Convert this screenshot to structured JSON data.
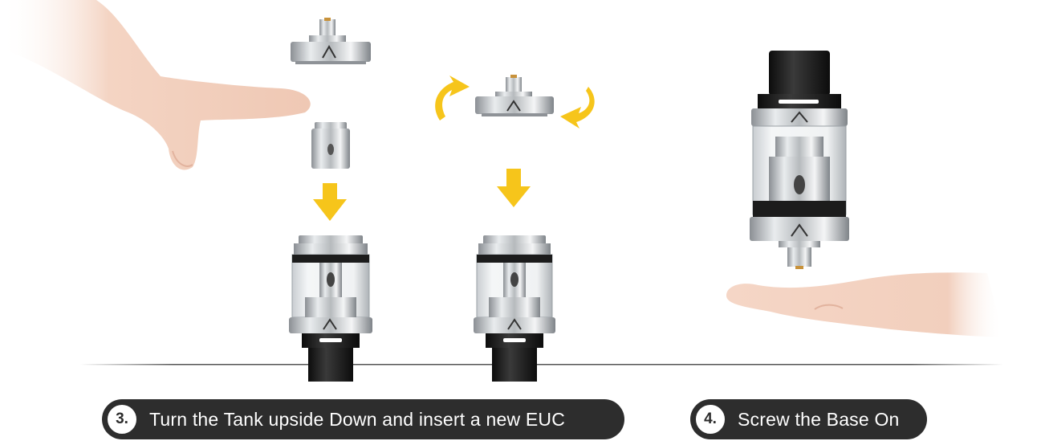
{
  "steps": [
    {
      "number": "3.",
      "text": "Turn the Tank upside Down and insert a new EUC"
    },
    {
      "number": "4.",
      "text": "Screw the Base On"
    }
  ],
  "colors": {
    "arrow": "#f6c51b",
    "pill_background": "#2d2d2d",
    "pill_text": "#ffffff",
    "metal": "#bfc3c7",
    "black_part": "#1a1a1a",
    "skin": "#f3d2c0"
  },
  "icons": [
    "arrow-down-icon",
    "rotate-clockwise-icon",
    "rotate-counterclockwise-icon"
  ]
}
